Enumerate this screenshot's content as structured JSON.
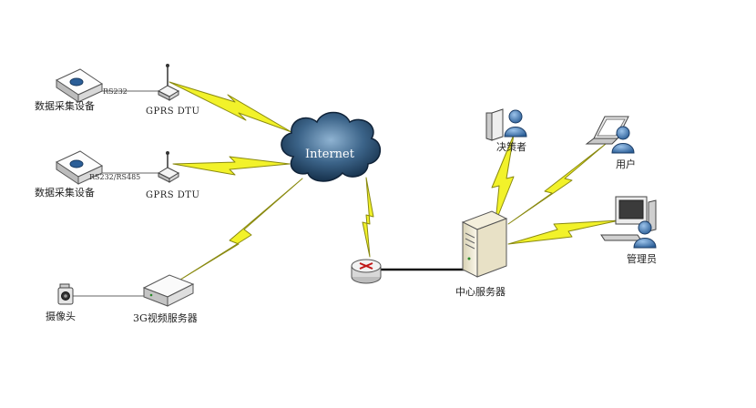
{
  "labels": {
    "device1": "数据采集设备",
    "device2": "数据采集设备",
    "iface1": "RS232",
    "iface2": "RS232/RS485",
    "dtu1": "GPRS DTU",
    "dtu2": "GPRS DTU",
    "internet": "Internet",
    "camera": "摄像头",
    "video_server": "3G视频服务器",
    "central_server": "中心服务器",
    "decision_maker": "决策者",
    "user": "用户",
    "admin": "管理员"
  },
  "colors": {
    "bolt_fill": "#f2f22a",
    "bolt_stroke": "#8a8a10",
    "cloud_dark": "#1d3d5c",
    "cloud_light": "#6f96b8",
    "user_blue": "#3d78b8",
    "line": "#666666"
  }
}
